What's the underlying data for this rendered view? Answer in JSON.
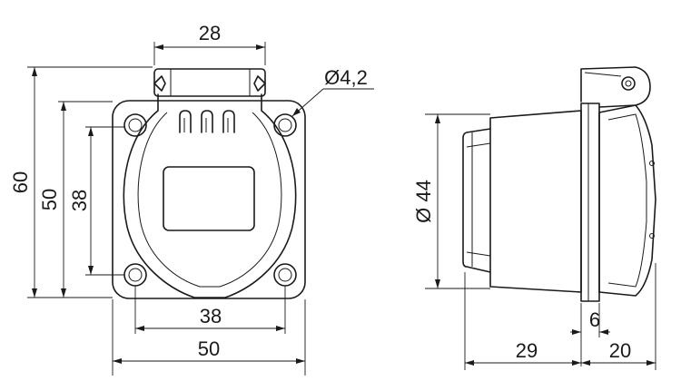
{
  "dimensions": {
    "top_width": "28",
    "hole_diameter": "Ø4,2",
    "overall_height": "60",
    "flange_height": "50",
    "hole_spacing_v": "38",
    "hole_spacing_h": "38",
    "flange_width": "50",
    "body_diameter": "Ø 44",
    "flange_thickness": "6",
    "depth_behind": "29",
    "depth_front": "20"
  }
}
